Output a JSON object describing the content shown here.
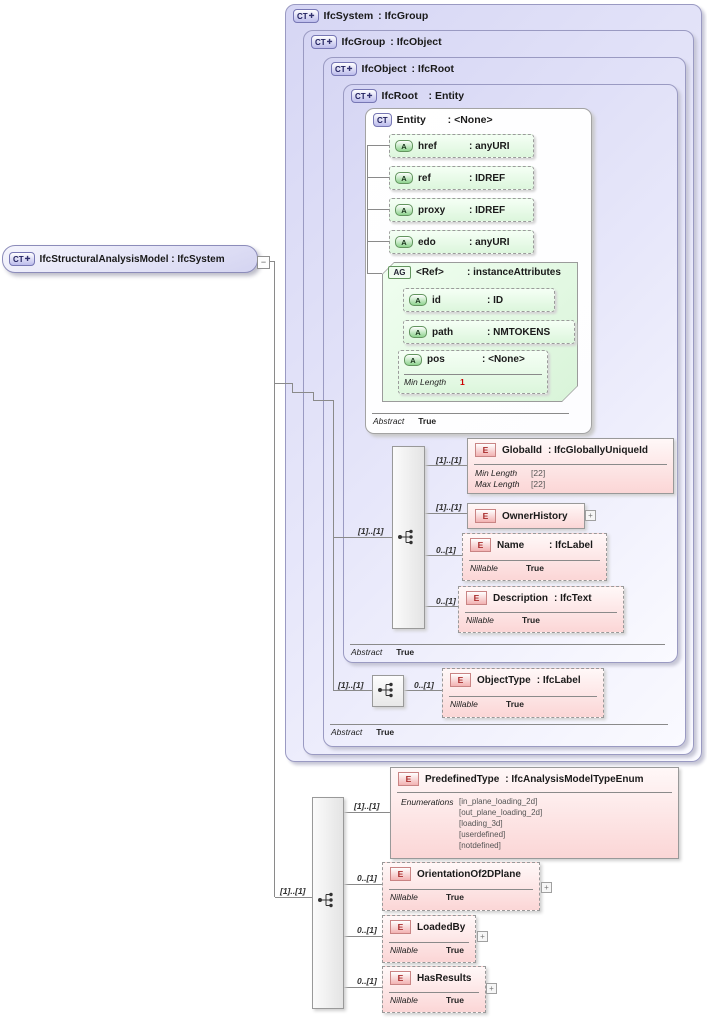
{
  "badges": {
    "ct": "CT",
    "plus": "✚",
    "a": "A",
    "ag": "AG",
    "e": "E",
    "expand": "+",
    "collapse": "−"
  },
  "colors": {
    "purple_fill": "#dcdcf7",
    "green_fill": "#e7fbe7",
    "pink_fill": "#fbd6d6",
    "constraint_red": "#cc0000"
  },
  "root_node": {
    "label": "IfcStructuralAnalysisModel : IfcSystem"
  },
  "boxes": {
    "ifcsystem": {
      "name": "IfcSystem",
      "type": ": IfcGroup"
    },
    "ifcgroup": {
      "name": "IfcGroup",
      "type": ": IfcObject"
    },
    "ifcobject": {
      "name": "IfcObject",
      "type": ": IfcRoot",
      "abstract": {
        "label": "Abstract",
        "value": "True"
      }
    },
    "ifcroot": {
      "name": "IfcRoot",
      "type": ": Entity",
      "abstract": {
        "label": "Abstract",
        "value": "True"
      }
    },
    "entity": {
      "name": "Entity",
      "type": ": <None>",
      "abstract": {
        "label": "Abstract",
        "value": "True"
      }
    }
  },
  "entity_attributes": [
    {
      "name": "href",
      "type": ": anyURI"
    },
    {
      "name": "ref",
      "type": ": IDREF"
    },
    {
      "name": "proxy",
      "type": ": IDREF"
    },
    {
      "name": "edo",
      "type": ": anyURI"
    }
  ],
  "ref_group": {
    "name": "<Ref>",
    "type": ": instanceAttributes",
    "attributes": [
      {
        "name": "id",
        "type": ": ID"
      },
      {
        "name": "path",
        "type": ": NMTOKENS"
      }
    ],
    "pos": {
      "name": "pos",
      "type": ": <None>",
      "constraint_label": "Min Length",
      "constraint_value": "1"
    }
  },
  "ifcroot_sequence_cardinality": "[1]..[1]",
  "ifcroot_elements": {
    "globalid": {
      "name": "GlobalId",
      "type": ": IfcGloballyUniqueId",
      "cardinality": "[1]..[1]",
      "props": [
        {
          "label": "Min Length",
          "value": "[22]"
        },
        {
          "label": "Max Length",
          "value": "[22]"
        }
      ]
    },
    "ownerhistory": {
      "name": "OwnerHistory",
      "cardinality": "[1]..[1]"
    },
    "name": {
      "name": "Name",
      "type": ": IfcLabel",
      "cardinality": "0..[1]",
      "props": [
        {
          "label": "Nillable",
          "value": "True"
        }
      ]
    },
    "description": {
      "name": "Description",
      "type": ": IfcText",
      "cardinality": "0..[1]",
      "props": [
        {
          "label": "Nillable",
          "value": "True"
        }
      ]
    }
  },
  "ifcobject_sequence": {
    "in": "[1]..[1]",
    "out": "0..[1]"
  },
  "objecttype": {
    "name": "ObjectType",
    "type": ": IfcLabel",
    "props": [
      {
        "label": "Nillable",
        "value": "True"
      }
    ]
  },
  "bottom_sequence_cardinality": "[1]..[1]",
  "bottom_elements": {
    "predefinedtype": {
      "name": "PredefinedType",
      "type": ": IfcAnalysisModelTypeEnum",
      "cardinality": "[1]..[1]",
      "enum_label": "Enumerations",
      "enums": [
        "[in_plane_loading_2d]",
        "[out_plane_loading_2d]",
        "[loading_3d]",
        "[userdefined]",
        "[notdefined]"
      ]
    },
    "orientation": {
      "name": "OrientationOf2DPlane",
      "cardinality": "0..[1]",
      "props": [
        {
          "label": "Nillable",
          "value": "True"
        }
      ]
    },
    "loadedby": {
      "name": "LoadedBy",
      "cardinality": "0..[1]",
      "props": [
        {
          "label": "Nillable",
          "value": "True"
        }
      ]
    },
    "hasresults": {
      "name": "HasResults",
      "cardinality": "0..[1]",
      "props": [
        {
          "label": "Nillable",
          "value": "True"
        }
      ]
    }
  }
}
